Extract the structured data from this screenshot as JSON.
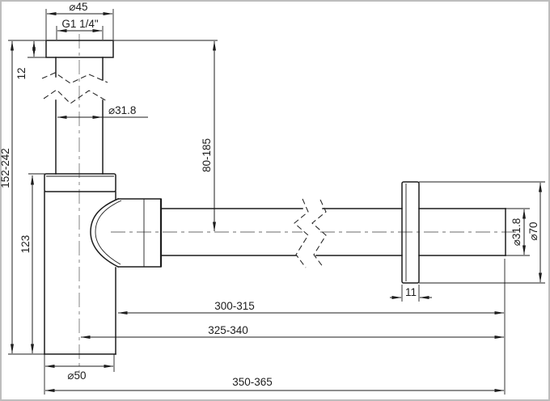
{
  "drawing_type": "bottle-trap-siphon-dimensional-drawing",
  "colors": {
    "line": "#1d1d1d",
    "centerline": "#9a9a9a",
    "background": "#ffffff",
    "border": "#bdbdbd"
  },
  "labels": {
    "top_flange_diameter": "⌀45",
    "thread_size": "G1 1/4\"",
    "top_flange_height": "12",
    "inlet_pipe_diameter": "⌀31.8",
    "overall_height_range": "152-242",
    "body_height": "123",
    "body_diameter": "⌀50",
    "inlet_height_range": "80-185",
    "outlet_pipe_diameter": "⌀31.8",
    "wall_flange_diameter": "⌀70",
    "wall_flange_thickness": "11",
    "outlet_length_range_1": "300-315",
    "outlet_length_range_2": "325-340",
    "outlet_length_range_3": "350-365"
  }
}
